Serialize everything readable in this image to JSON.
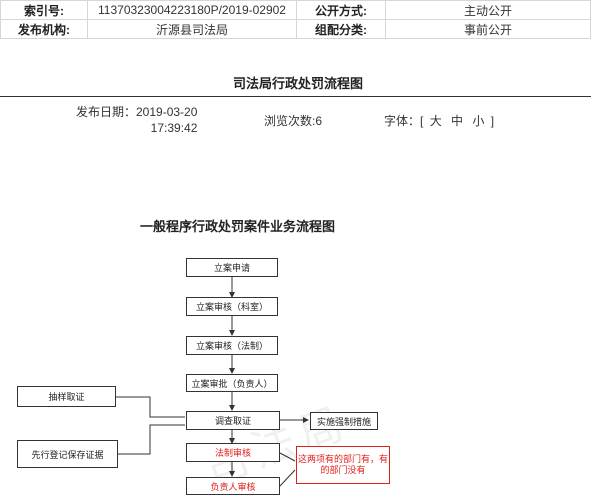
{
  "meta": {
    "index_label": "索引号:",
    "index_value": "11370323004223180P/2019-02902",
    "publish_mode_label": "公开方式:",
    "publish_mode_value": "主动公开",
    "publisher_label": "发布机构:",
    "publisher_value": "沂源县司法局",
    "category_label": "组配分类:",
    "category_value": "事前公开"
  },
  "article": {
    "title": "司法局行政处罚流程图",
    "date_label": "发布日期：2019-03-20",
    "date_time": "17:39:42",
    "views_label": "浏览次数:",
    "views": "6",
    "font_label": "字体：[",
    "font_large": "大",
    "font_medium": "中",
    "font_small": "小",
    "font_close": "]"
  },
  "flowchart": {
    "title": "一般程序行政处罚案件业务流程图",
    "steps": {
      "case_apply": "立案申请",
      "review_section": "立案审核（科室）",
      "review_legal": "立案审核（法制）",
      "approve_head": "立案审批（负责人）",
      "investigate": "调查取证",
      "legal_review": "法制审核",
      "head_review": "负责人审核",
      "sample_evidence": "抽样取证",
      "preserve_evidence": "先行登记保存证据",
      "enforcement": "实施强制措施",
      "note": "这两项有的部门有，有的部门没有"
    },
    "watermark": "司法局"
  }
}
